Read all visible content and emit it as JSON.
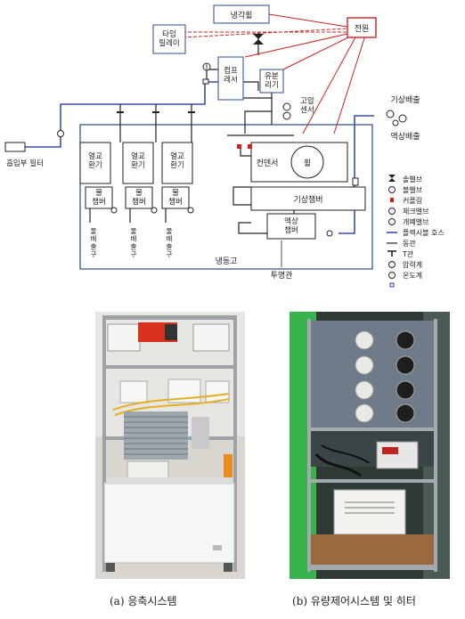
{
  "diagram": {
    "nodes": {
      "cooling_tower": "냉각휠",
      "power": "전원",
      "timer_relay": "타임\n릴레이",
      "compressor": "컴프\n레서",
      "oil_separator": "유분\n리기",
      "high_pressure_sensor": "고압\n센서",
      "intake_filter": "흡입부 필터",
      "exchanger": "열교\n환기",
      "water_chamber": "물\n챔버",
      "drain": "물\n배\n출\n구",
      "condenser": "컨덴서",
      "wheel": "휠",
      "gas_chamber": "기상챔버",
      "liquid_chamber": "액상\n챔버",
      "freezer": "냉동고",
      "transparent_tube": "투명관",
      "gas_exhaust": "기상배출",
      "liquid_exhaust": "액상배출"
    },
    "legend": [
      {
        "icon": "solenoid-valve",
        "label": "솔밸브"
      },
      {
        "icon": "ball-valve",
        "label": "볼밸브"
      },
      {
        "icon": "coupling",
        "label": "커플링"
      },
      {
        "icon": "check-valve",
        "label": "체크밸브"
      },
      {
        "icon": "open-close-valve",
        "label": "개폐밸브"
      },
      {
        "icon": "flexible-hose",
        "label": "플렉시블 호스"
      },
      {
        "icon": "copper-pipe",
        "label": "동관"
      },
      {
        "icon": "t-pipe",
        "label": "T관"
      },
      {
        "icon": "pressure-gauge",
        "label": "압력계"
      },
      {
        "icon": "thermometer",
        "label": "온도계"
      },
      {
        "icon": "sensor",
        "label": ""
      }
    ],
    "colors": {
      "line": "#222222",
      "hose": "#3b4db0",
      "power": "#cc2222",
      "box": "#2a4a8a"
    }
  },
  "photos": {
    "a": {
      "caption": "(a) 응축시스템"
    },
    "b": {
      "caption": "(b) 유량제어시스템 및 히터"
    }
  }
}
